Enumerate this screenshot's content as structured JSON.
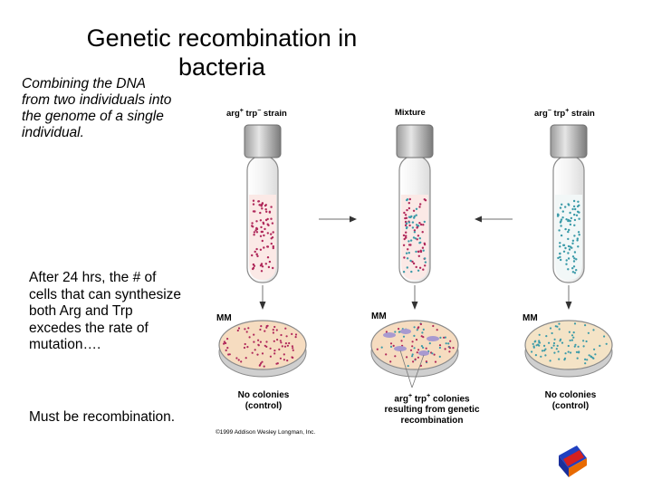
{
  "slide": {
    "title": "Genetic recombination in bacteria",
    "subtitle": "Combining the DNA from two individuals into the genome of a single individual.",
    "paragraph": "After 24 hrs, the # of cells that can synthesize both Arg and Trp excedes the rate of mutation….",
    "conclusion": "Must be recombination."
  },
  "figure": {
    "left_strain_label": "arg+ trp− strain",
    "mixture_label": "Mixture",
    "right_strain_label": "arg− trp+ strain",
    "plate_medium_label": "MM",
    "left_caption": "No colonies (control)",
    "middle_caption": "arg+ trp+ colonies resulting from genetic recombination",
    "right_caption": "No colonies (control)",
    "copyright": "©1999 Addison Wesley Longman, Inc."
  },
  "colors": {
    "left_cells": "#b0285a",
    "right_cells": "#3a9aa8",
    "tube_liquid": "#fbe9e6",
    "plate_agar": "#f6dcc0",
    "colonies": "#a89ad0",
    "logo_red": "#d42020",
    "logo_blue": "#2040c0"
  }
}
